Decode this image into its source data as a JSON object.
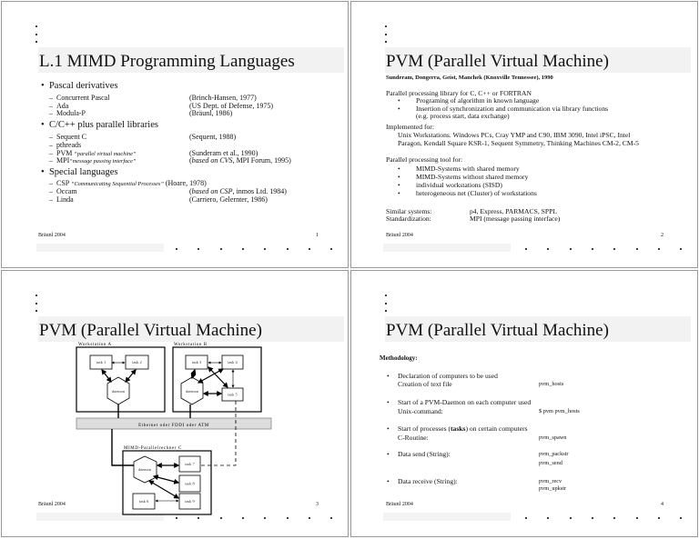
{
  "footer": "Bräunl 2004",
  "slides": [
    {
      "page": "1",
      "title": "L.1 MIMD Programming Languages",
      "groups": [
        {
          "label": "Pascal derivatives",
          "items": [
            {
              "name": "Concurrent Pascal",
              "ref": "(Brinch-Hansen, 1977)"
            },
            {
              "name": "Ada",
              "ref": "(US Dept. of Defense, 1975)"
            },
            {
              "name": "Modula-P",
              "ref": "(Bräunl, 1986)"
            }
          ]
        },
        {
          "label": "C/C++ plus parallel libraries",
          "items": [
            {
              "name": "Sequent C",
              "ref": "(Sequent, 1988)"
            },
            {
              "name": "pthreads",
              "ref": ""
            },
            {
              "name": "PVM",
              "note": "“parallel virtual machine”",
              "ref": "(Sunderam et al., 1990)"
            },
            {
              "name": "MPI",
              "note": "“message passing interface”",
              "ref_italic": "based on CVS",
              "ref": ", MPI Forum, 1995)"
            }
          ]
        },
        {
          "label": "Special languages",
          "items": [
            {
              "name": "CSP",
              "note": "“Communicating Sequential Processes”",
              "ref": "(Hoare, 1978)"
            },
            {
              "name": "Occam",
              "ref_italic": "based on CSP",
              "ref": ", inmos Ltd. 1984)"
            },
            {
              "name": "Linda",
              "ref": "(Carriero, Gelernter, 1986)"
            }
          ]
        }
      ]
    },
    {
      "page": "2",
      "title": "PVM (Parallel Virtual Machine)",
      "subtitle": "Sunderam, Dongerra, Geist, Manchek (Knoxville Tennessee), 1990",
      "lib_intro": "Parallel processing library for C, C++ or FORTRAN",
      "lib_bullets": [
        "Programing of algorithm in known language",
        "Insertion of synchronization and communication via library functions",
        "(e.g. process start, data exchange)"
      ],
      "impl_label": "Implemented for:",
      "impl_lines": [
        "Unix Workstations. Windows PCs, Cray YMP and C90, IBM 3090, Intel iPSC, Intel",
        "Paragon, Kendall Square KSR-1, Sequent Symmetry, Thinking Machines CM-2, CM-5"
      ],
      "tool_label": "Parallel processing tool for:",
      "tool_bullets": [
        "MIMD-Systems with shared memory",
        "MIMD-Systems without shared memory",
        "individual workstations (SISD)",
        "heterogeneous net (Cluster) of workstations"
      ],
      "similar_label": "Similar systems:",
      "similar_value": "p4, Express, PARMACS, SPPL",
      "std_label": "Standardization:",
      "std_value": "MPI (message passing interface)"
    },
    {
      "page": "3",
      "title": "PVM (Parallel Virtual Machine)",
      "diagram": {
        "ws_a": "Workstation  A",
        "ws_b": "Workstation  B",
        "net": "Ethernet  oder  FDDI oder  ATM",
        "mimd": "MIMD-Parallelrechner   C",
        "daemon": "daemon",
        "tasks": [
          "task 1",
          "task 2",
          "task 3",
          "task 4",
          "task 5",
          "task 6",
          "task 7",
          "task 8",
          "task 9"
        ]
      }
    },
    {
      "page": "4",
      "title": "PVM (Parallel Virtual Machine)",
      "heading": "Methodology:",
      "steps": [
        {
          "line1": "Declaration of computers to be used",
          "line2": "Creation of text file",
          "cmd1": "pvm_hosts"
        },
        {
          "line1": "Start of a PVM-Daemon on each computer used",
          "line2": "Unix-command:",
          "cmd1": "$ pvm pvm_hosts"
        },
        {
          "line1a": "Start of processes (",
          "line1b": "tasks",
          "line1c": ") on certain computers",
          "line2": "C-Routine:",
          "cmd1": "pvm_spawn"
        },
        {
          "line1": "Data send (String):",
          "cmd1": "pvm_packstr",
          "cmd2": "pvm_send"
        },
        {
          "line1": "Data receive (String):",
          "cmd1": "pvm_recv",
          "cmd2": "pvm_upkstr"
        }
      ]
    }
  ]
}
